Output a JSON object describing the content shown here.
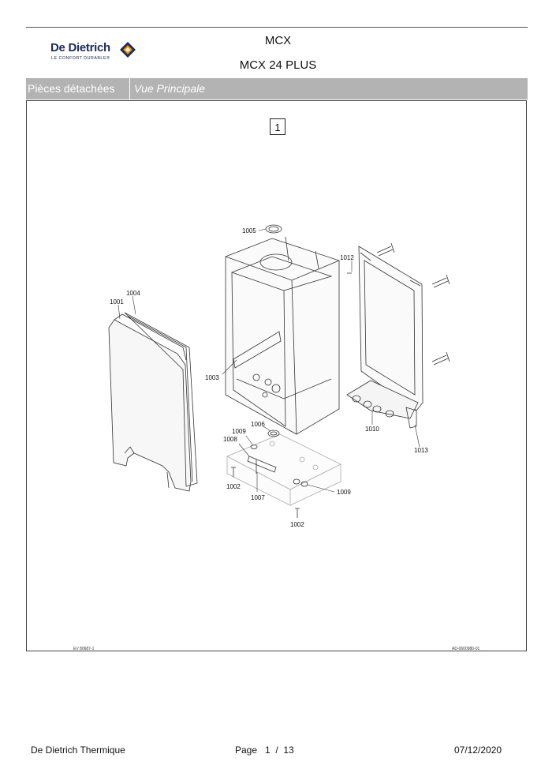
{
  "header": {
    "logo_name": "De Dietrich",
    "logo_tagline": "LE CONFORT DURABLE®",
    "title_line1": "MCX",
    "title_line2": "MCX 24 PLUS"
  },
  "section_bar": {
    "left_label": "Pièces détachées",
    "right_label": "Vue Principale"
  },
  "drawing": {
    "view_number": "1",
    "callouts": {
      "c1001": "1001",
      "c1002a": "1002",
      "c1002b": "1002",
      "c1003": "1003",
      "c1004": "1004",
      "c1005": "1005",
      "c1006": "1006",
      "c1007": "1007",
      "c1008": "1008",
      "c1009a": "1009",
      "c1009b": "1009",
      "c1010": "1010",
      "c1012": "1012",
      "c1013": "1013"
    },
    "ref_left": "EV 80687-1",
    "ref_right": "AD-0600980-01"
  },
  "footer": {
    "company": "De Dietrich Thermique",
    "page": "Page   1  /  13",
    "date": "07/12/2020"
  },
  "colors": {
    "brand_blue": "#1b2a5a",
    "brand_orange": "#f39200",
    "bar_grey": "#b3b3b3"
  }
}
